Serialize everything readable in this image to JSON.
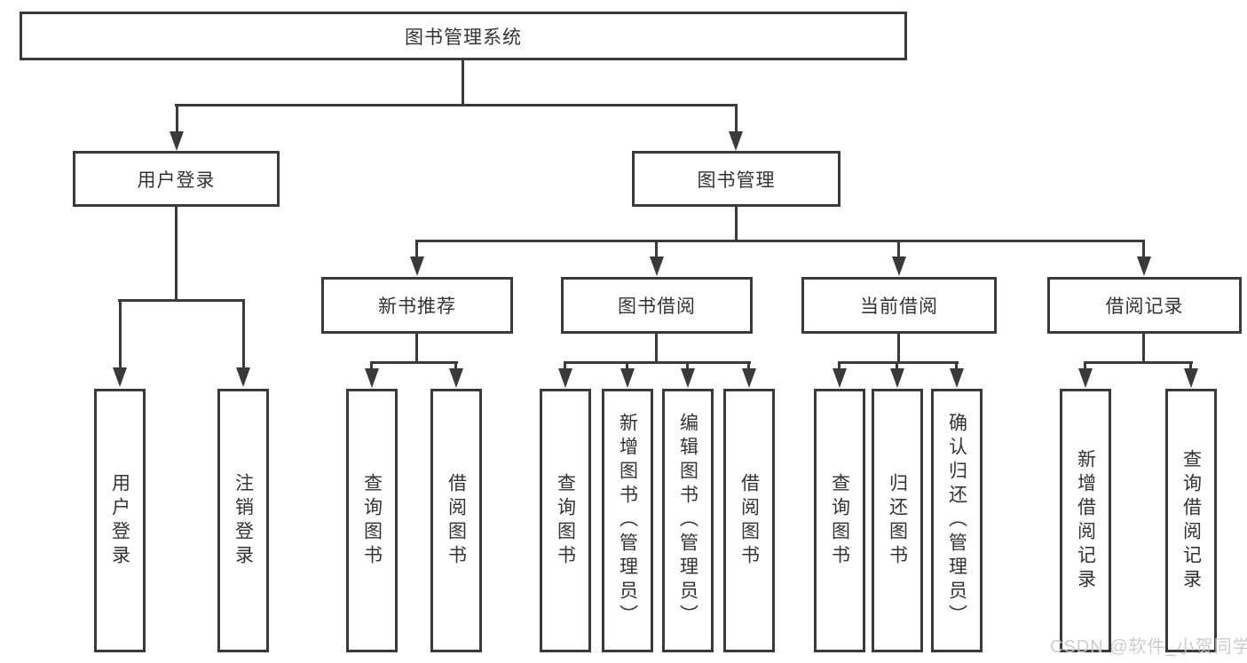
{
  "colors": {
    "line": "#3a3a3a",
    "text": "#333333",
    "watermark": "#c9c9c9",
    "background": "#ffffff"
  },
  "watermark": {
    "text": "CSDN @软件_小贺同学"
  },
  "diagram": {
    "root": {
      "label": "图书管理系统"
    },
    "branches": [
      {
        "label": "用户登录",
        "children": [
          {
            "label": "用户登录"
          },
          {
            "label": "注销登录"
          }
        ]
      },
      {
        "label": "图书管理",
        "children": [
          {
            "label": "新书推荐",
            "children": [
              {
                "label": "查询图书"
              },
              {
                "label": "借阅图书"
              }
            ]
          },
          {
            "label": "图书借阅",
            "children": [
              {
                "label": "查询图书"
              },
              {
                "label": "新增图书（管理员）"
              },
              {
                "label": "编辑图书（管理员）"
              },
              {
                "label": "借阅图书"
              }
            ]
          },
          {
            "label": "当前借阅",
            "children": [
              {
                "label": "查询图书"
              },
              {
                "label": "归还图书"
              },
              {
                "label": "确认归还（管理员）"
              }
            ]
          },
          {
            "label": "借阅记录",
            "children": [
              {
                "label": "新增借阅记录"
              },
              {
                "label": "查询借阅记录"
              }
            ]
          }
        ]
      }
    ]
  }
}
